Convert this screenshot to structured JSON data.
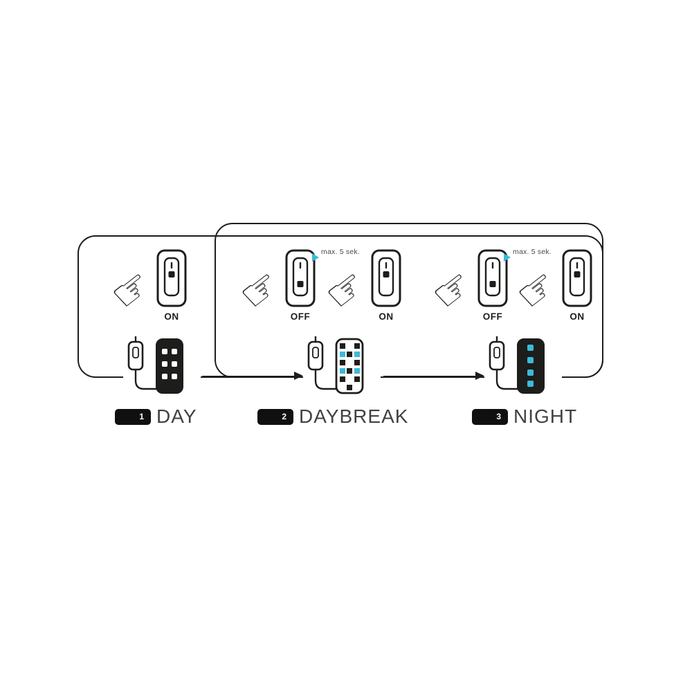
{
  "meta": {
    "background": "#ffffff",
    "ink": "#1d1d1b",
    "accent": "#3cb9dc",
    "label_color": "#414141"
  },
  "sections": [
    {
      "badge": "1",
      "title": "DAY",
      "switches": [
        {
          "label": "ON",
          "state": "on"
        }
      ],
      "timer": null
    },
    {
      "badge": "2",
      "title": "DAYBREAK",
      "switches": [
        {
          "label": "OFF",
          "state": "off"
        },
        {
          "label": "ON",
          "state": "on"
        }
      ],
      "timer": "max. 5 sek."
    },
    {
      "badge": "3",
      "title": "NIGHT",
      "switches": [
        {
          "label": "OFF",
          "state": "off"
        },
        {
          "label": "ON",
          "state": "on"
        }
      ],
      "timer": "max. 5 sek."
    }
  ],
  "devices": [
    {
      "name": "controller-day",
      "mode": "day"
    },
    {
      "name": "controller-daybreak",
      "mode": "daybreak"
    },
    {
      "name": "controller-night",
      "mode": "night"
    }
  ]
}
